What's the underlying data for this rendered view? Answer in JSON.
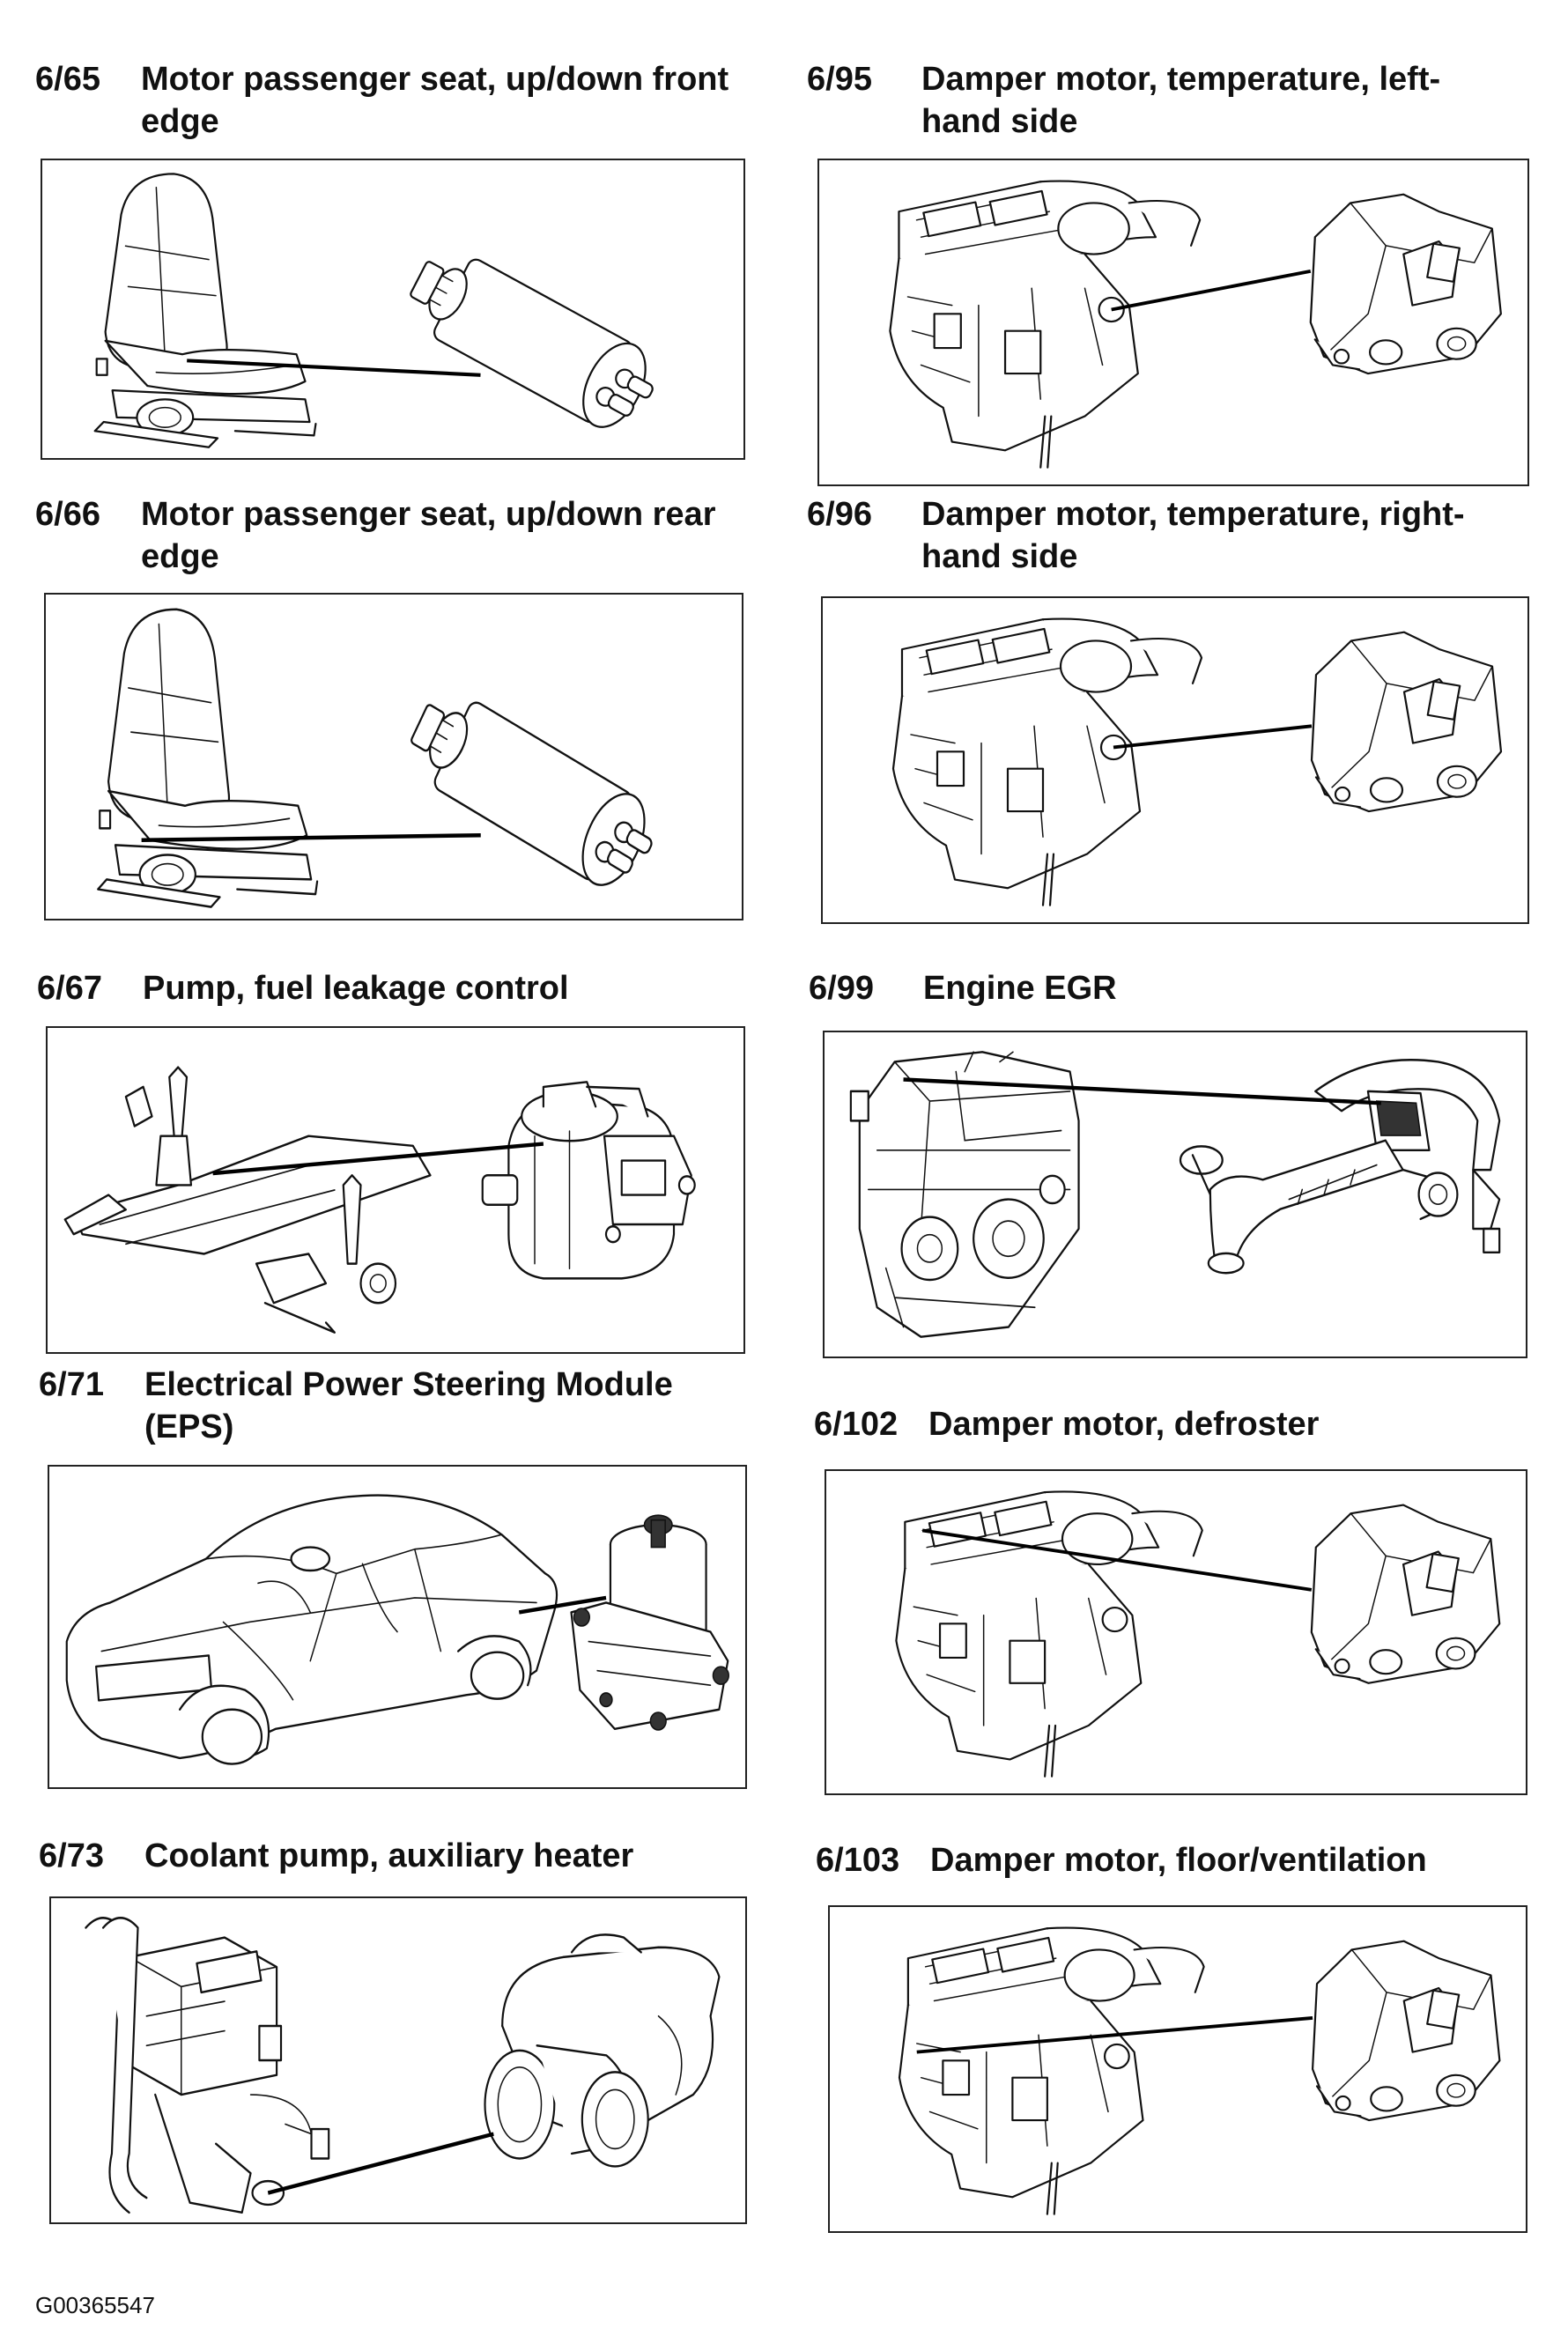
{
  "entries": [
    {
      "code": "6/65",
      "title": "Motor passenger seat, up/down front edge",
      "figure": "seat-motor-figure"
    },
    {
      "code": "6/66",
      "title": "Motor passenger seat, up/down rear edge",
      "figure": "seat-motor-figure"
    },
    {
      "code": "6/67",
      "title": "Pump, fuel leakage control",
      "figure": "fuel-pump-figure"
    },
    {
      "code": "6/71",
      "title": "Electrical Power Steering Module (EPS)",
      "figure": "eps-module-figure"
    },
    {
      "code": "6/73",
      "title": "Coolant pump, auxiliary heater",
      "figure": "coolant-pump-figure"
    },
    {
      "code": "6/95",
      "title": "Damper motor, temperature, left-hand side",
      "figure": "damper-motor-figure"
    },
    {
      "code": "6/96",
      "title": "Damper motor, temperature, right-hand side",
      "figure": "damper-motor-figure"
    },
    {
      "code": "6/99",
      "title": "Engine EGR",
      "figure": "engine-egr-figure"
    },
    {
      "code": "6/102",
      "title": "Damper motor, defroster",
      "figure": "damper-motor-figure"
    },
    {
      "code": "6/103",
      "title": "Damper motor, floor/ventilation",
      "figure": "damper-motor-figure"
    }
  ],
  "document_id": "G00365547"
}
